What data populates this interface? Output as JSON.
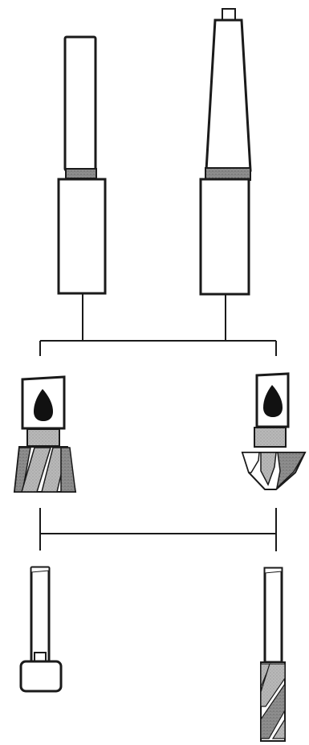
{
  "diagram": {
    "components": {
      "shanks": [
        "straight-shank",
        "tapered-shank"
      ],
      "cutter_heads": [
        "spiral-cutter-head",
        "countersink-cutter-head"
      ],
      "tools": [
        "pilot-tool",
        "spiral-drill-bit"
      ]
    },
    "colors": {
      "line": "#1a1a1a",
      "light_fill": "#ffffff",
      "mid_gray": "#a9a9a9",
      "dark_gray": "#6d6d6d"
    }
  }
}
